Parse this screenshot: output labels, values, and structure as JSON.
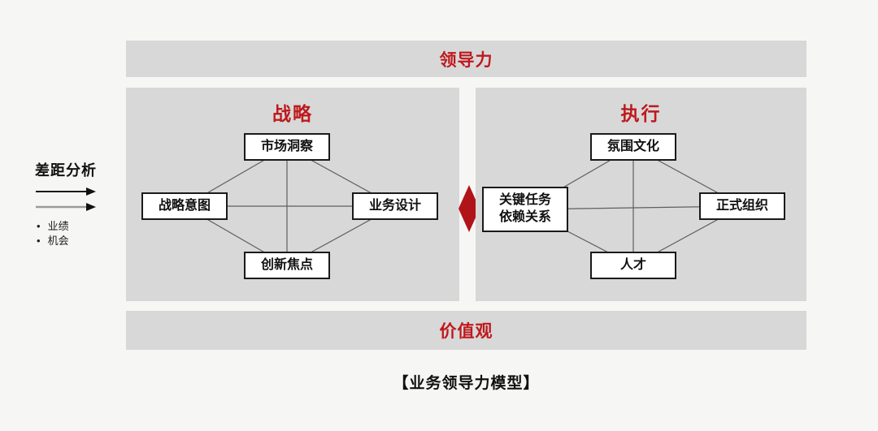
{
  "colors": {
    "background": "#f6f6f4",
    "panel_gray": "#d8d8d8",
    "accent_red": "#be191d",
    "diamond_red": "#b11418",
    "box_border": "#1a1a1a",
    "connector_line": "#5f5f5f"
  },
  "top_bar": {
    "label": "领导力"
  },
  "bottom_bar": {
    "label": "价值观"
  },
  "caption": "【业务领导力模型】",
  "gap_analysis": {
    "title": "差距分析",
    "bullets": [
      "业绩",
      "机会"
    ]
  },
  "strategy_panel": {
    "title": "战略",
    "nodes": {
      "market_insight": "市场洞察",
      "strategic_intent": "战略意图",
      "business_design": "业务设计",
      "innovation_focus": "创新焦点"
    }
  },
  "execution_panel": {
    "title": "执行",
    "nodes": {
      "atmosphere_culture": "氛围文化",
      "key_tasks": "关键任务\n依赖关系",
      "formal_organization": "正式组织",
      "talent": "人才"
    }
  }
}
